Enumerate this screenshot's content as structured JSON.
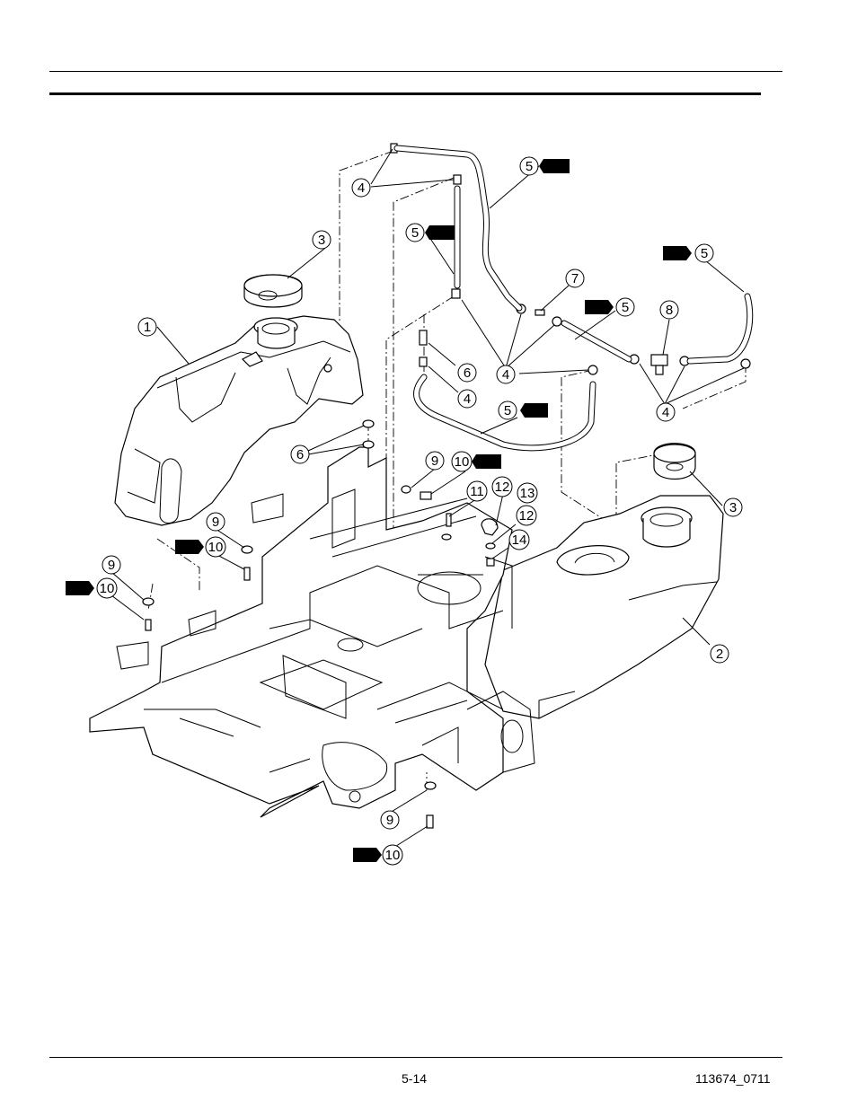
{
  "footer": {
    "page_number": "5-14",
    "doc_number": "113674_0711"
  },
  "callouts": [
    {
      "label": "1"
    },
    {
      "label": "2"
    },
    {
      "label": "3"
    },
    {
      "label": "3"
    },
    {
      "label": "4"
    },
    {
      "label": "4"
    },
    {
      "label": "4"
    },
    {
      "label": "4"
    },
    {
      "label": "5"
    },
    {
      "label": "5"
    },
    {
      "label": "5"
    },
    {
      "label": "5"
    },
    {
      "label": "5"
    },
    {
      "label": "6"
    },
    {
      "label": "6"
    },
    {
      "label": "7"
    },
    {
      "label": "8"
    },
    {
      "label": "9"
    },
    {
      "label": "9"
    },
    {
      "label": "9"
    },
    {
      "label": "9"
    },
    {
      "label": "10"
    },
    {
      "label": "10"
    },
    {
      "label": "10"
    },
    {
      "label": "10"
    },
    {
      "label": "11"
    },
    {
      "label": "12"
    },
    {
      "label": "12"
    },
    {
      "label": "13"
    },
    {
      "label": "14"
    }
  ]
}
